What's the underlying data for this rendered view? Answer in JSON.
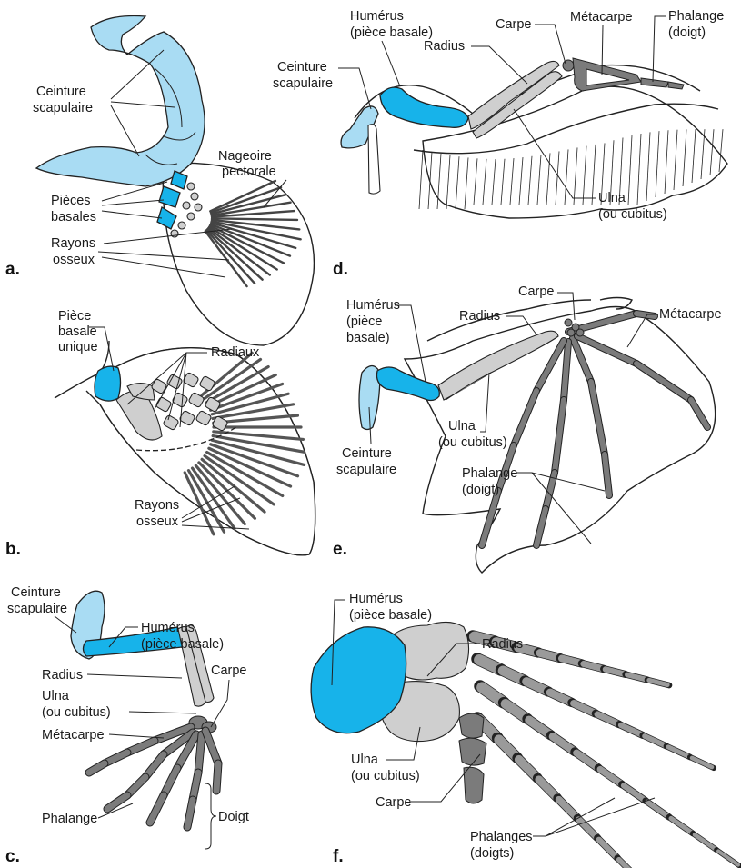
{
  "colors": {
    "basal_piece": "#17b3ea",
    "girdle": "#a9dcf3",
    "bone_dark": "#7b7b7b",
    "bone_light": "#cfcfcf"
  },
  "panels": {
    "a": {
      "letter": "a.",
      "girdle": [
        "Ceinture",
        "scapulaire"
      ],
      "fin": [
        "Nageoire",
        "pectorale"
      ],
      "basal": [
        "Pièces",
        "basales"
      ],
      "rays": [
        "Rayons",
        "osseux"
      ]
    },
    "b": {
      "letter": "b.",
      "basal": [
        "Pièce",
        "basale",
        "unique"
      ],
      "radials": "Radiaux",
      "rays": [
        "Rayons",
        "osseux"
      ]
    },
    "c": {
      "letter": "c.",
      "girdle": [
        "Ceinture",
        "scapulaire"
      ],
      "humerus": [
        "Humérus",
        "(pièce basale)"
      ],
      "radius": "Radius",
      "carpus": "Carpe",
      "ulna": [
        "Ulna",
        "(ou cubitus)"
      ],
      "metacarpus": "Métacarpe",
      "phalanx": "Phalange",
      "digit": "Doigt"
    },
    "d": {
      "letter": "d.",
      "humerus": [
        "Humérus",
        "(pièce basale)"
      ],
      "girdle": [
        "Ceinture",
        "scapulaire"
      ],
      "radius": "Radius",
      "carpus": "Carpe",
      "metacarpus": "Métacarpe",
      "phalanx": [
        "Phalange",
        "(doigt)"
      ],
      "ulna": [
        "Ulna",
        "(ou cubitus)"
      ]
    },
    "e": {
      "letter": "e.",
      "humerus": [
        "Humérus",
        "(pièce",
        "basale)"
      ],
      "carpus": "Carpe",
      "radius": "Radius",
      "metacarpus": "Métacarpe",
      "ulna": [
        "Ulna",
        "(ou cubitus)"
      ],
      "girdle": [
        "Ceinture",
        "scapulaire"
      ],
      "phalanx": [
        "Phalange",
        "(doigt)"
      ]
    },
    "f": {
      "letter": "f.",
      "humerus": [
        "Humérus",
        "(pièce basale)"
      ],
      "radius": "Radius",
      "ulna": [
        "Ulna",
        "(ou cubitus)"
      ],
      "carpus": "Carpe",
      "phalanges": [
        "Phalanges",
        "(doigts)"
      ]
    }
  }
}
